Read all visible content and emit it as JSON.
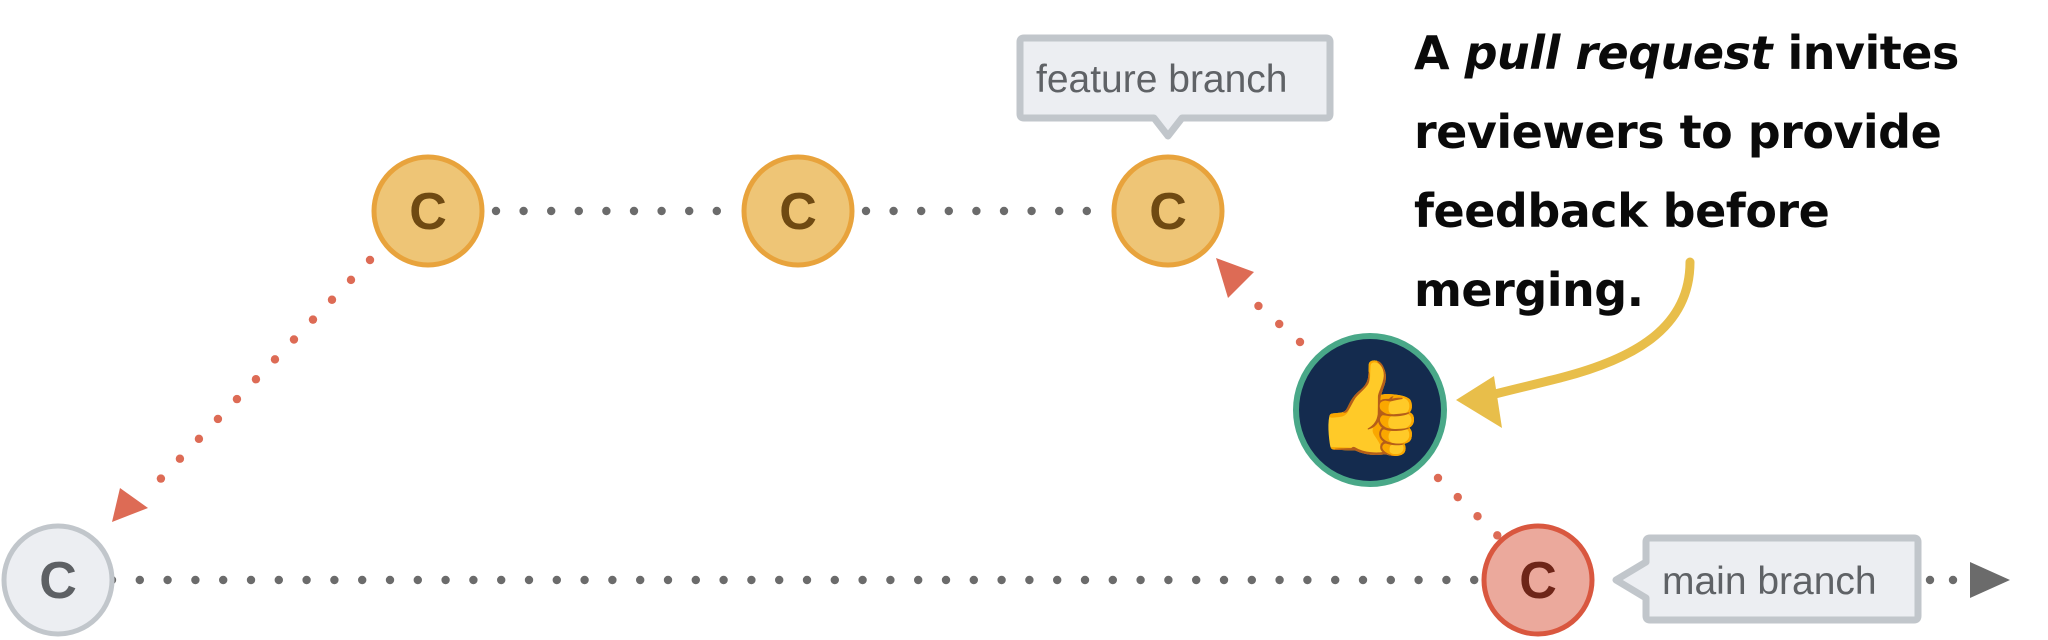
{
  "diagram": {
    "commit_letter": "C",
    "nodes": [
      {
        "id": "main-start",
        "branch": "main",
        "state": "base"
      },
      {
        "id": "feature-1",
        "branch": "feature",
        "state": "feature"
      },
      {
        "id": "feature-2",
        "branch": "feature",
        "state": "feature"
      },
      {
        "id": "feature-3",
        "branch": "feature",
        "state": "feature-head"
      },
      {
        "id": "main-head",
        "branch": "main",
        "state": "main-head"
      }
    ],
    "labels": {
      "feature_branch": "feature branch",
      "main_branch": "main branch"
    },
    "review_node": {
      "icon": "thumbs-up-icon",
      "glyph": "👍"
    },
    "caption": {
      "prefix": "A ",
      "emphasis": "pull request",
      "line1_rest": " invites",
      "line2": "reviewers to provide",
      "line3": "feedback before merging."
    },
    "colors": {
      "base_fill": "#eceef2",
      "base_stroke": "#c1c6cb",
      "base_text": "#5d6064",
      "feature_fill": "#eec576",
      "feature_stroke": "#e8a33c",
      "feature_text": "#6f4a12",
      "main_head_fill": "#eba99c",
      "main_head_stroke": "#d9573f",
      "main_head_text": "#6e2518",
      "review_fill": "#142b4e",
      "review_stroke": "#49a888",
      "dot_gray": "#6b6b6b",
      "dot_red": "#dd6b55",
      "arrow_yellow": "#e8be4a",
      "label_fill": "#eceef2",
      "label_stroke": "#c1c6cb"
    }
  }
}
